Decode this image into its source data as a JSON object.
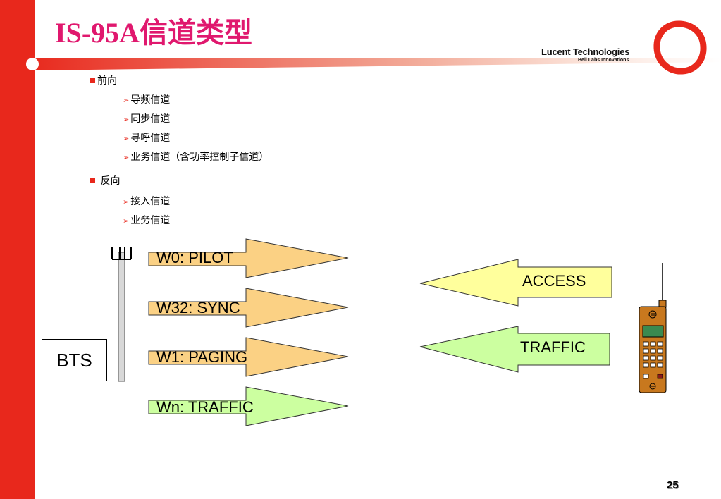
{
  "slide": {
    "title": "IS-95A信道类型",
    "logo": {
      "line1": "Lucent Technologies",
      "line2": "Bell Labs Innovations"
    },
    "page_number": "25"
  },
  "outline": {
    "forward": {
      "label": "前向",
      "items": [
        "导频信道",
        "同步信道",
        "寻呼信道",
        "业务信道（含功率控制子信道）"
      ]
    },
    "reverse": {
      "label": " 反向",
      "items": [
        "接入信道",
        "业务信道"
      ]
    },
    "arrow_glyph": "➢"
  },
  "diagram": {
    "bts_label": "BTS",
    "forward_channels": [
      {
        "label": "W0:   PILOT",
        "color": "#fbd184"
      },
      {
        "label": "W32: SYNC",
        "color": "#fbd184"
      },
      {
        "label": "W1:   PAGING",
        "color": "#fbd184"
      },
      {
        "label": "Wn:   TRAFFIC",
        "color": "#ccffa0"
      }
    ],
    "reverse_channels": [
      {
        "label": "ACCESS",
        "color": "#ffff9c"
      },
      {
        "label": "TRAFFIC",
        "color": "#ccffa0"
      }
    ]
  },
  "colors": {
    "brand_red": "#e8281c",
    "title_pink": "#e0186e",
    "phone_body": "#c8781e"
  }
}
